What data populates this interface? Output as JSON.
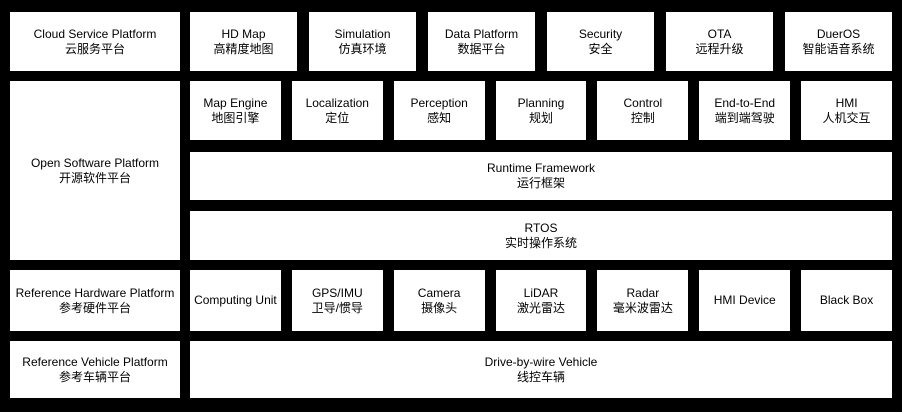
{
  "colors": {
    "background": "#000000",
    "box_fill": "#ffffff",
    "text": "#000000"
  },
  "cloud": {
    "platform": {
      "en": "Cloud Service Platform",
      "zh": "云服务平台"
    },
    "items": [
      {
        "en": "HD Map",
        "zh": "高精度地图"
      },
      {
        "en": "Simulation",
        "zh": "仿真环境"
      },
      {
        "en": "Data Platform",
        "zh": "数据平台"
      },
      {
        "en": "Security",
        "zh": "安全"
      },
      {
        "en": "OTA",
        "zh": "远程升级"
      },
      {
        "en": "DuerOS",
        "zh": "智能语音系统"
      }
    ]
  },
  "software": {
    "platform": {
      "en": "Open Software Platform",
      "zh": "开源软件平台"
    },
    "modules": [
      {
        "en": "Map Engine",
        "zh": "地图引擎"
      },
      {
        "en": "Localization",
        "zh": "定位"
      },
      {
        "en": "Perception",
        "zh": "感知"
      },
      {
        "en": "Planning",
        "zh": "规划"
      },
      {
        "en": "Control",
        "zh": "控制"
      },
      {
        "en": "End-to-End",
        "zh": "端到端驾驶"
      },
      {
        "en": "HMI",
        "zh": "人机交互"
      }
    ],
    "runtime": {
      "en": "Runtime Framework",
      "zh": "运行框架"
    },
    "rtos": {
      "en": "RTOS",
      "zh": "实时操作系统"
    }
  },
  "hardware": {
    "platform": {
      "en": "Reference Hardware Platform",
      "zh": "参考硬件平台"
    },
    "items": [
      {
        "en": "Computing Unit",
        "zh": ""
      },
      {
        "en": "GPS/IMU",
        "zh": "卫导/惯导"
      },
      {
        "en": "Camera",
        "zh": "摄像头"
      },
      {
        "en": "LiDAR",
        "zh": "激光雷达"
      },
      {
        "en": "Radar",
        "zh": "毫米波雷达"
      },
      {
        "en": "HMI Device",
        "zh": ""
      },
      {
        "en": "Black Box",
        "zh": ""
      }
    ]
  },
  "vehicle": {
    "platform": {
      "en": "Reference Vehicle Platform",
      "zh": "参考车辆平台"
    },
    "item": {
      "en": "Drive-by-wire Vehicle",
      "zh": "线控车辆"
    }
  }
}
